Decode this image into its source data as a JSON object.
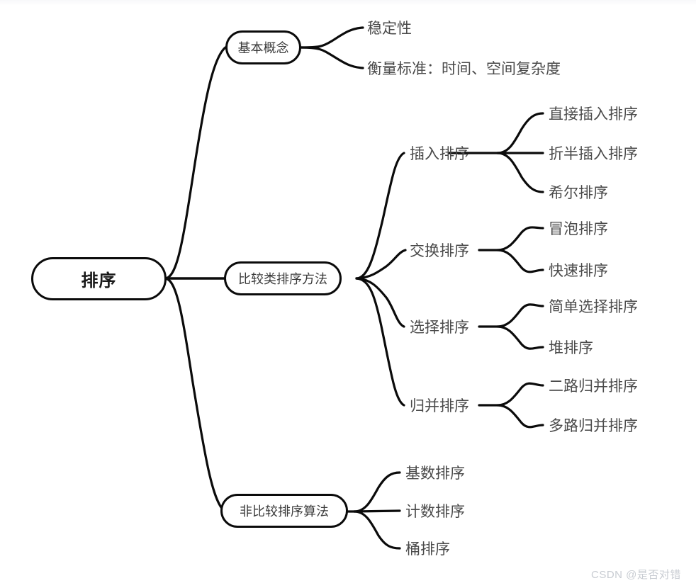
{
  "diagram": {
    "title_node": "排序",
    "watermark": "CSDN @是否对错",
    "colors": {
      "stroke": "#0b0b0b",
      "node_text": "#3a3a3a",
      "leaf_text": "#4a4a4a",
      "background": "#ffffff",
      "watermark": "#c8ccd2"
    },
    "root": {
      "label": "排序"
    },
    "branches": [
      {
        "label": "基本概念",
        "children": [
          {
            "label": "稳定性"
          },
          {
            "label": "衡量标准：时间、空间复杂度"
          }
        ]
      },
      {
        "label": "比较类排序方法",
        "children": [
          {
            "label": "插入排序",
            "children": [
              {
                "label": "直接插入排序"
              },
              {
                "label": "折半插入排序"
              },
              {
                "label": "希尔排序"
              }
            ]
          },
          {
            "label": "交换排序",
            "children": [
              {
                "label": "冒泡排序"
              },
              {
                "label": "快速排序"
              }
            ]
          },
          {
            "label": "选择排序",
            "children": [
              {
                "label": "简单选择排序"
              },
              {
                "label": "堆排序"
              }
            ]
          },
          {
            "label": "归并排序",
            "children": [
              {
                "label": "二路归并排序"
              },
              {
                "label": "多路归并排序"
              }
            ]
          }
        ]
      },
      {
        "label": "非比较排序算法",
        "children": [
          {
            "label": "基数排序"
          },
          {
            "label": "计数排序"
          },
          {
            "label": "桶排序"
          }
        ]
      }
    ]
  }
}
